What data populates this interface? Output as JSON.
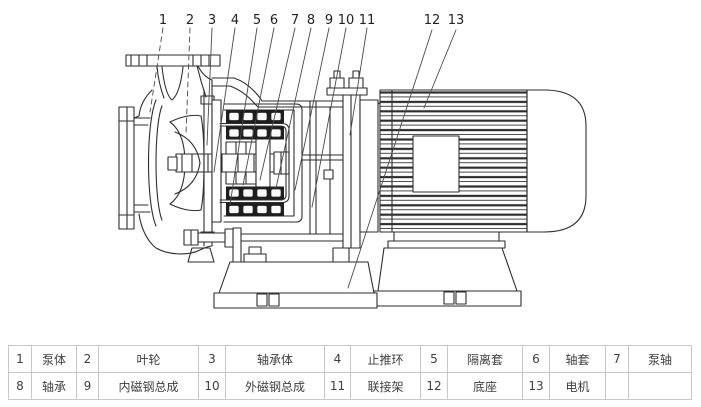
{
  "diagram": {
    "callouts": [
      "1",
      "2",
      "3",
      "4",
      "5",
      "6",
      "7",
      "8",
      "9",
      "10",
      "11",
      "12",
      "13"
    ]
  },
  "parts_table": {
    "rows": [
      {
        "cells": [
          "1",
          "泵体",
          "2",
          "叶轮",
          "3",
          "轴承体",
          "4",
          "止推环",
          "5",
          "隔离套",
          "6",
          "轴套",
          "7",
          "泵轴"
        ]
      },
      {
        "cells": [
          "8",
          "轴承",
          "9",
          "内磁钢总成",
          "10",
          "外磁钢总成",
          "11",
          "联接架",
          "12",
          "底座",
          "13",
          "电机",
          "",
          ""
        ]
      }
    ]
  },
  "colors": {
    "line": "#2e2e2e",
    "magnet_fill": "#1d1d1d",
    "table_border": "#c9c9c9",
    "table_text": "#3f3f3f"
  }
}
